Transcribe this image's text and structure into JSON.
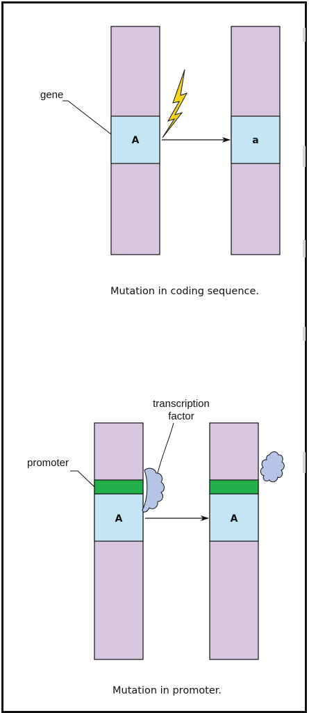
{
  "colors": {
    "chromosome": "#d8c6e0",
    "gene_region": "#c4e6f4",
    "promoter": "#23b04a",
    "transcription_factor": "#b6c4e6",
    "mutagen_bolt": "#f5d31a",
    "frame": "#111111"
  },
  "icons": {
    "mutagen": "lightning-bolt-icon",
    "transcription_factor": "blob-shape"
  },
  "top_panel": {
    "gene_label": "gene",
    "left_allele": "A",
    "right_allele": "a",
    "caption": "Mutation in coding sequence."
  },
  "bottom_panel": {
    "tf_label_line1": "transcription",
    "tf_label_line2": "factor",
    "promoter_label": "promoter",
    "left_allele": "A",
    "right_allele": "A",
    "caption": "Mutation in promoter."
  }
}
